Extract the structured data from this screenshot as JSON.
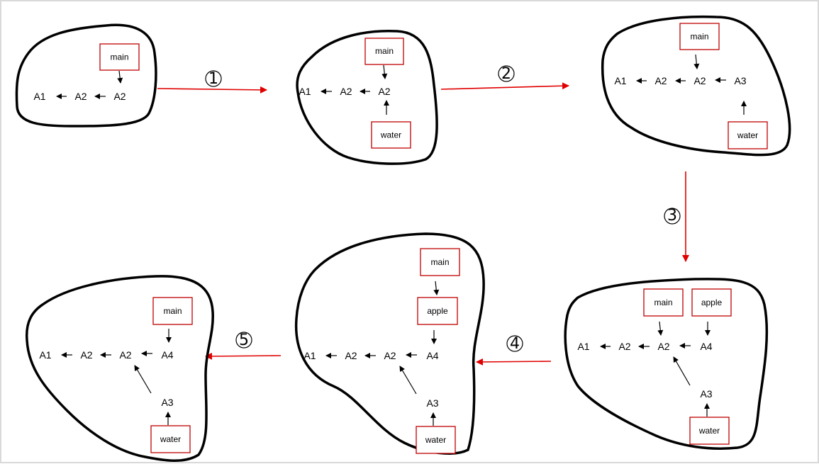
{
  "colors": {
    "blob": "#000000",
    "ref_box": "#c00000",
    "flow_arrow": "#e00000",
    "link": "#000000"
  },
  "steps": [
    "①",
    "②",
    "③",
    "④",
    "⑤"
  ],
  "panels": [
    {
      "id": "p1",
      "nodes": [
        {
          "id": "n1",
          "label": "A1"
        },
        {
          "id": "n2",
          "label": "A2"
        },
        {
          "id": "n3",
          "label": "A2"
        }
      ],
      "boxes": [
        {
          "id": "b1",
          "label": "main"
        }
      ]
    },
    {
      "id": "p2",
      "nodes": [
        {
          "id": "n1",
          "label": "A1"
        },
        {
          "id": "n2",
          "label": "A2"
        },
        {
          "id": "n3",
          "label": "A2"
        }
      ],
      "boxes": [
        {
          "id": "b1",
          "label": "main"
        },
        {
          "id": "b2",
          "label": "water"
        }
      ]
    },
    {
      "id": "p3",
      "nodes": [
        {
          "id": "n1",
          "label": "A1"
        },
        {
          "id": "n2",
          "label": "A2"
        },
        {
          "id": "n3",
          "label": "A2"
        },
        {
          "id": "n4",
          "label": "A3"
        }
      ],
      "boxes": [
        {
          "id": "b1",
          "label": "main"
        },
        {
          "id": "b2",
          "label": "water"
        }
      ]
    },
    {
      "id": "p4",
      "nodes": [
        {
          "id": "n1",
          "label": "A1"
        },
        {
          "id": "n2",
          "label": "A2"
        },
        {
          "id": "n3",
          "label": "A2"
        },
        {
          "id": "n4",
          "label": "A4"
        },
        {
          "id": "n5",
          "label": "A3"
        }
      ],
      "boxes": [
        {
          "id": "b1",
          "label": "main"
        },
        {
          "id": "b2",
          "label": "apple"
        },
        {
          "id": "b3",
          "label": "water"
        }
      ]
    },
    {
      "id": "p5",
      "nodes": [
        {
          "id": "n1",
          "label": "A1"
        },
        {
          "id": "n2",
          "label": "A2"
        },
        {
          "id": "n3",
          "label": "A2"
        },
        {
          "id": "n4",
          "label": "A4"
        },
        {
          "id": "n5",
          "label": "A3"
        }
      ],
      "boxes": [
        {
          "id": "b1",
          "label": "main"
        },
        {
          "id": "b2",
          "label": "apple"
        },
        {
          "id": "b3",
          "label": "water"
        }
      ]
    },
    {
      "id": "p6",
      "nodes": [
        {
          "id": "n1",
          "label": "A1"
        },
        {
          "id": "n2",
          "label": "A2"
        },
        {
          "id": "n3",
          "label": "A2"
        },
        {
          "id": "n4",
          "label": "A4"
        },
        {
          "id": "n5",
          "label": "A3"
        }
      ],
      "boxes": [
        {
          "id": "b1",
          "label": "main"
        },
        {
          "id": "b2",
          "label": "water"
        }
      ]
    }
  ]
}
